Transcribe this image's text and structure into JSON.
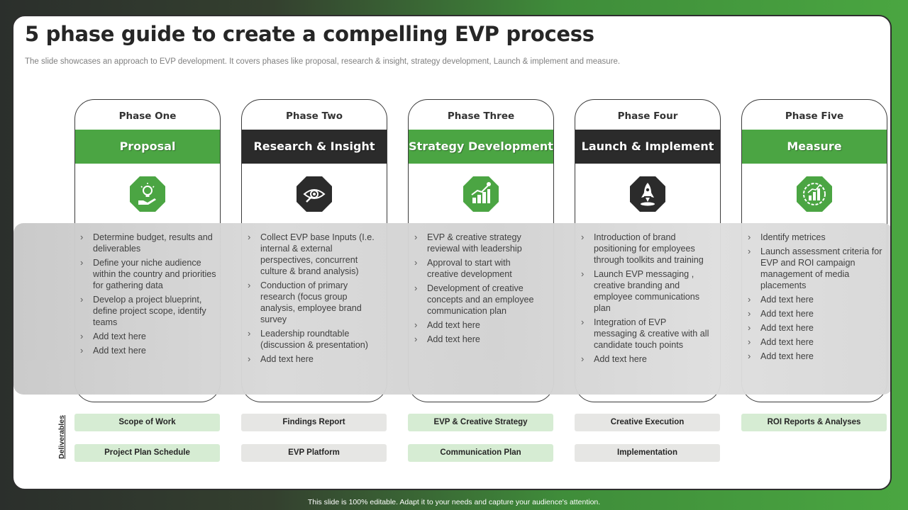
{
  "title": "5 phase guide to create a compelling EVP process",
  "subtitle": "The slide showcases an approach to EVP development. It covers phases like proposal, research & insight, strategy development, Launch & implement and measure.",
  "colors": {
    "green": "#4ba543",
    "dark": "#2b2b2b",
    "band": "#d6d6d6"
  },
  "phases": [
    {
      "label": "Phase One",
      "name": "Proposal",
      "bar_color": "green",
      "icon": "lightbulb-hand-icon",
      "bullets": [
        "Determine budget, results and deliverables",
        "Define your niche audience within the country and priorities for gathering data",
        "Develop a project blueprint, define project scope, identify teams",
        "Add text here",
        "Add text here"
      ]
    },
    {
      "label": "Phase Two",
      "name": "Research & Insight",
      "bar_color": "dark",
      "icon": "eye-magnifier-icon",
      "bullets": [
        "Collect EVP base Inputs (I.e. internal & external perspectives, concurrent culture & brand analysis)",
        "Conduction of primary research (focus group analysis, employee brand survey",
        "Leadership roundtable (discussion & presentation)",
        "Add text here"
      ]
    },
    {
      "label": "Phase Three",
      "name": "Strategy Development",
      "bar_color": "green",
      "icon": "growth-chart-icon",
      "bullets": [
        "EVP & creative strategy reviewal with leadership",
        "Approval to start with creative development",
        "Development of creative concepts and an employee communication plan",
        "Add text here",
        "Add text here"
      ]
    },
    {
      "label": "Phase Four",
      "name": "Launch & Implement",
      "bar_color": "dark",
      "icon": "rocket-icon",
      "bullets": [
        "Introduction of brand positioning for employees through toolkits and training",
        "Launch EVP messaging , creative branding and employee communications plan",
        "Integration of EVP messaging & creative with all candidate touch points",
        "Add text here"
      ]
    },
    {
      "label": "Phase Five",
      "name": "Measure",
      "bar_color": "green",
      "icon": "bar-chart-gear-icon",
      "bullets": [
        "Identify metrices",
        "Launch assessment criteria for EVP and ROI campaign management of media placements",
        "Add text here",
        "Add text here",
        "Add text here",
        "Add text here",
        "Add text here"
      ]
    }
  ],
  "deliverables_label": "Deliverables",
  "deliverables": [
    [
      "Scope of Work",
      "Project Plan Schedule"
    ],
    [
      "Findings Report",
      "EVP Platform"
    ],
    [
      "EVP & Creative Strategy",
      "Communication Plan"
    ],
    [
      "Creative Execution",
      "Implementation"
    ],
    [
      "ROI Reports & Analyses"
    ]
  ],
  "footer": "This slide is 100% editable. Adapt it to your needs and capture your audience's attention."
}
